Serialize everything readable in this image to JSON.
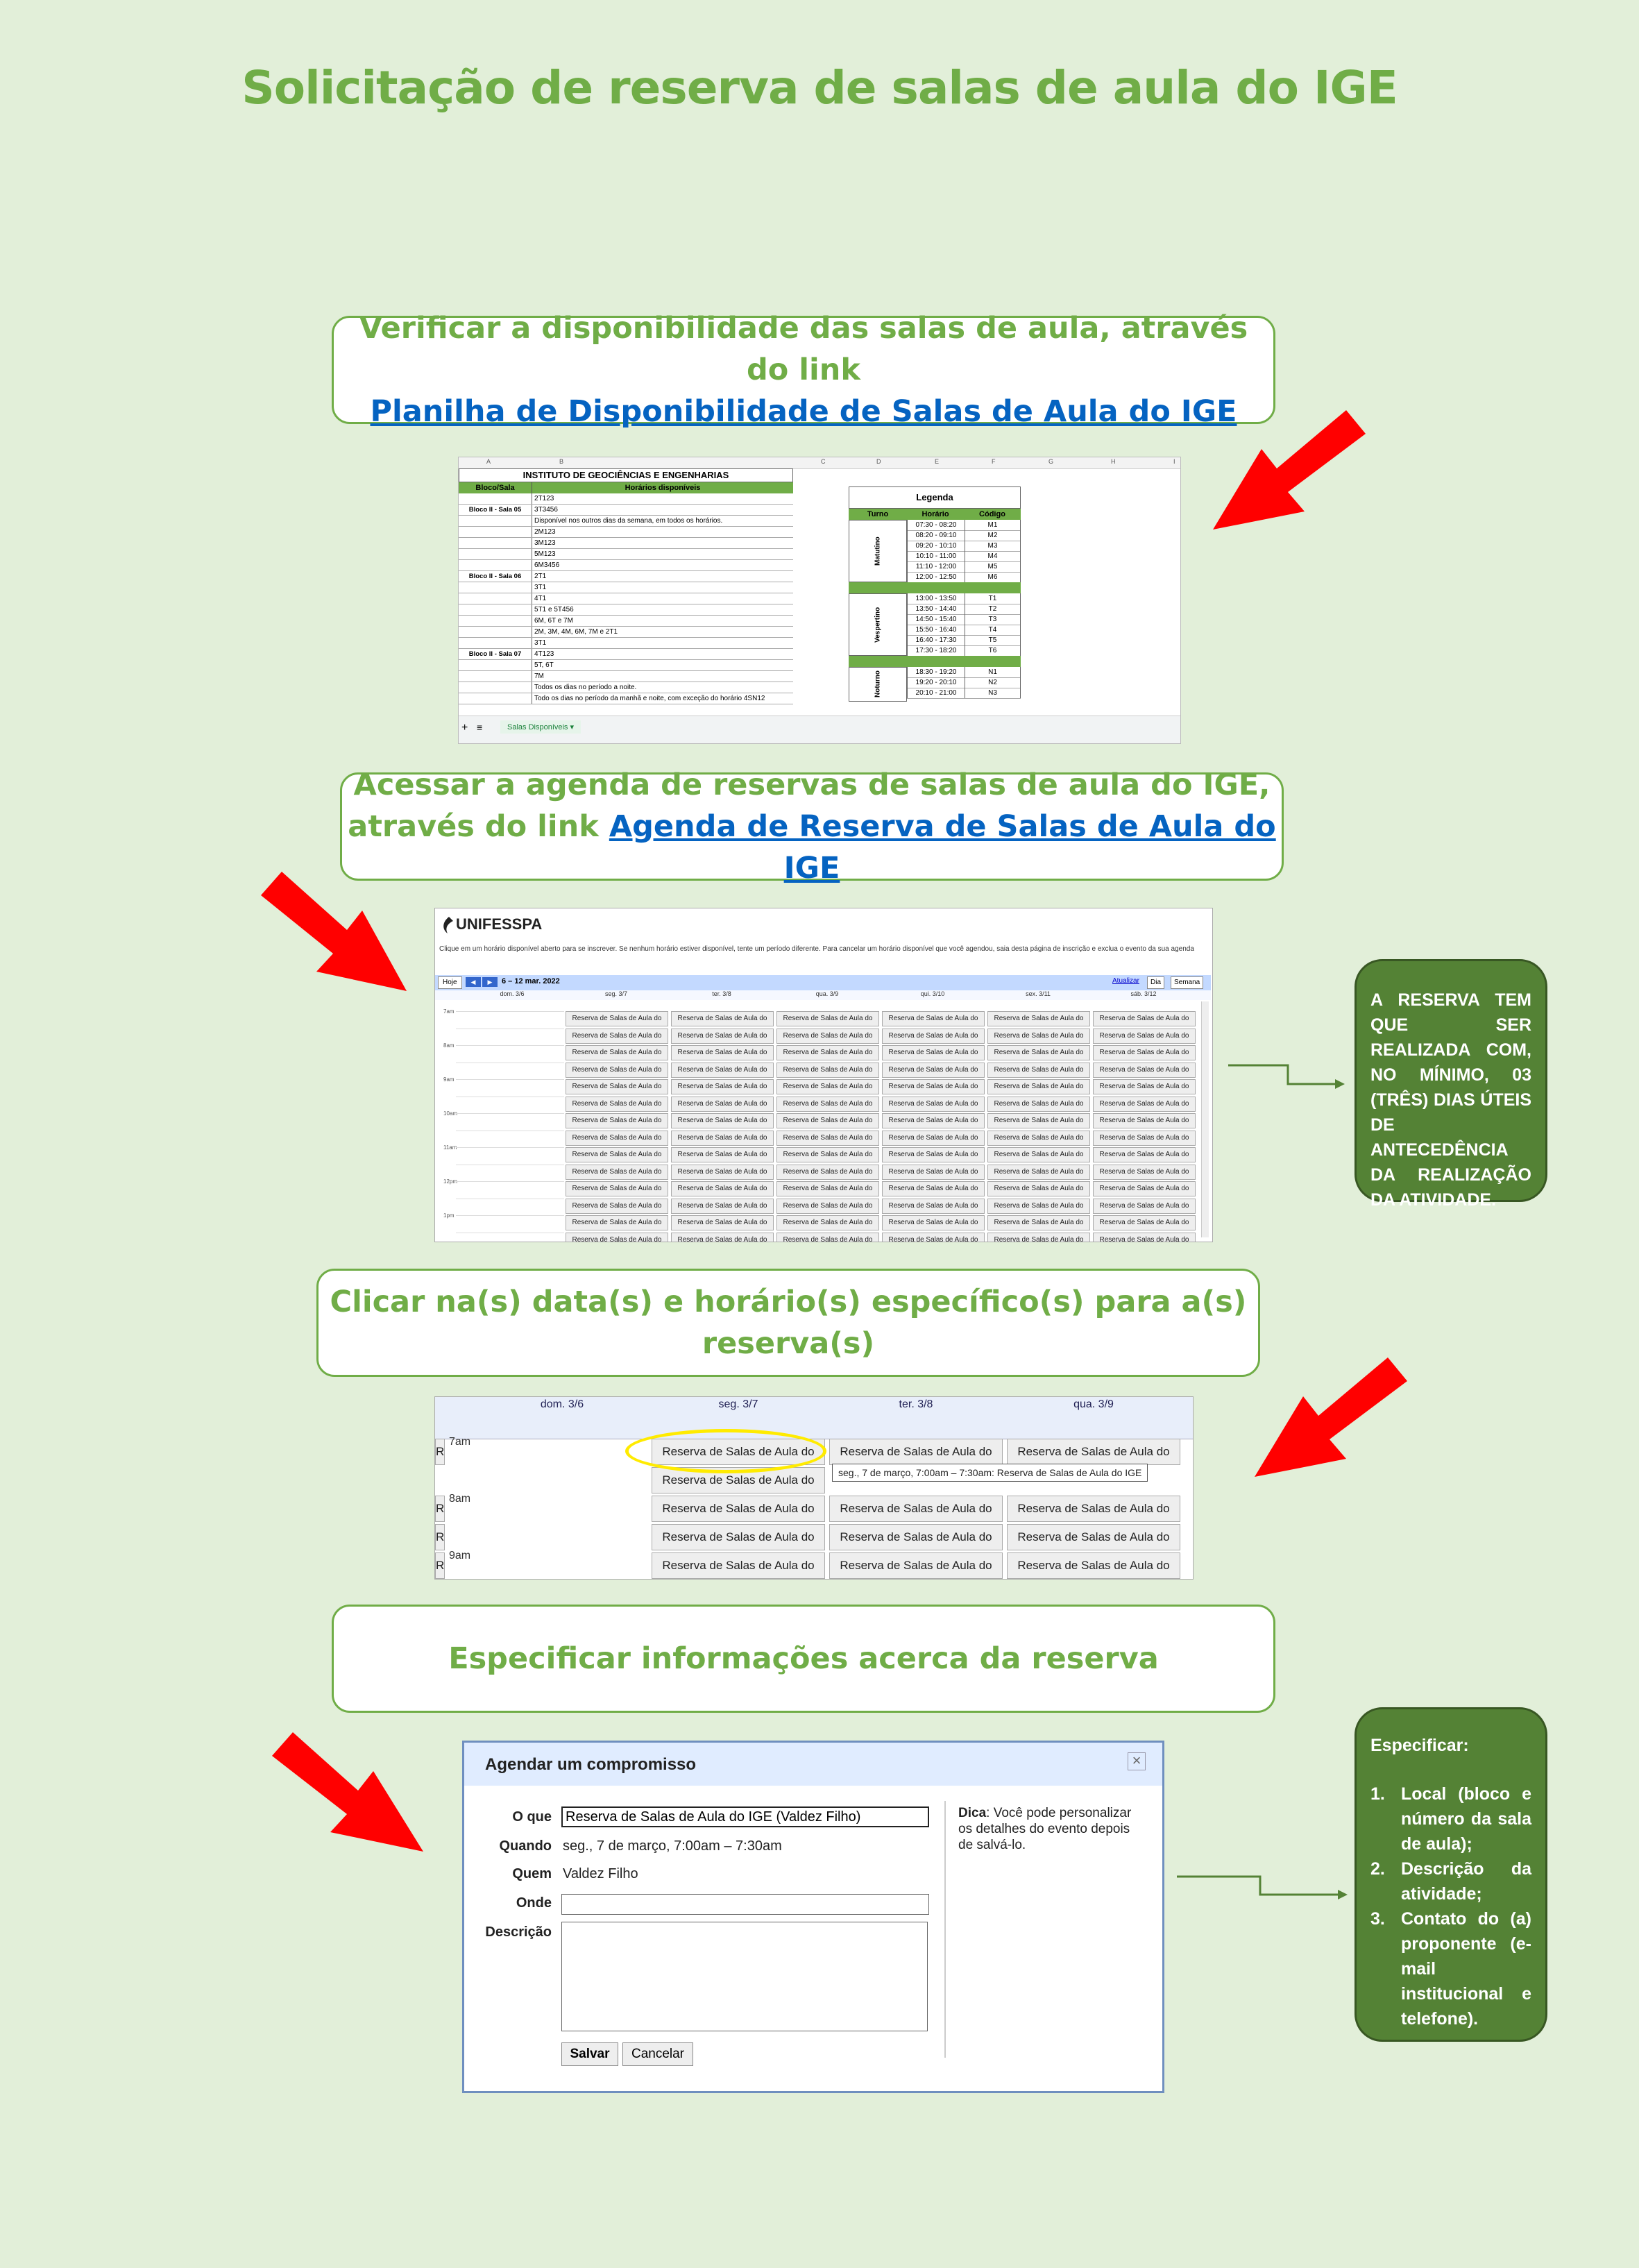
{
  "title": "Solicitação de reserva de salas de aula do IGE",
  "step1": {
    "text": "Verificar a disponibilidade das salas de aula, através do link",
    "link": "Planilha de Disponibilidade de Salas de Aula do IGE"
  },
  "sheet": {
    "col_letters": [
      "A",
      "B",
      "C",
      "D",
      "E",
      "F",
      "G",
      "H",
      "I"
    ],
    "header": "INSTITUTO DE GEOCIÊNCIAS E ENGENHARIAS",
    "col_bloco": "Bloco/Sala",
    "col_horarios": "Horários disponíveis",
    "rows": [
      {
        "bloco": "",
        "h": "2T123"
      },
      {
        "bloco": "Bloco II - Sala 05",
        "h": "3T3456"
      },
      {
        "bloco": "",
        "h": "Disponível nos outros dias da semana, em todos os horários."
      },
      {
        "bloco": "",
        "h": "2M123"
      },
      {
        "bloco": "",
        "h": "3M123"
      },
      {
        "bloco": "",
        "h": "5M123"
      },
      {
        "bloco": "",
        "h": "6M3456"
      },
      {
        "bloco": "Bloco II - Sala 06",
        "h": "2T1"
      },
      {
        "bloco": "",
        "h": "3T1"
      },
      {
        "bloco": "",
        "h": "4T1"
      },
      {
        "bloco": "",
        "h": "5T1 e 5T456"
      },
      {
        "bloco": "",
        "h": "6M, 6T e 7M"
      },
      {
        "bloco": "",
        "h": "2M, 3M, 4M, 6M, 7M e 2T1"
      },
      {
        "bloco": "",
        "h": "3T1"
      },
      {
        "bloco": "Bloco II - Sala 07",
        "h": "4T123"
      },
      {
        "bloco": "",
        "h": "5T, 6T"
      },
      {
        "bloco": "",
        "h": "7M"
      },
      {
        "bloco": "",
        "h": "Todos os dias no período a noite."
      },
      {
        "bloco": "",
        "h": "Todo os dias no período da manhã e noite, com exceção do horário 4SN12"
      }
    ],
    "legend_title": "Legenda",
    "legend_cols": [
      "Turno",
      "Horário",
      "Código"
    ],
    "turnos": [
      "Matutino",
      "Vespertino",
      "Noturno"
    ],
    "legend_rows": [
      [
        "07:30 - 08:20",
        "M1"
      ],
      [
        "08:20 - 09:10",
        "M2"
      ],
      [
        "09:20 - 10:10",
        "M3"
      ],
      [
        "10:10 - 11:00",
        "M4"
      ],
      [
        "11:10 - 12:00",
        "M5"
      ],
      [
        "12:00 - 12:50",
        "M6"
      ],
      [
        "13:00 - 13:50",
        "T1"
      ],
      [
        "13:50 - 14:40",
        "T2"
      ],
      [
        "14:50 - 15:40",
        "T3"
      ],
      [
        "15:50 - 16:40",
        "T4"
      ],
      [
        "16:40 - 17:30",
        "T5"
      ],
      [
        "17:30 - 18:20",
        "T6"
      ],
      [
        "18:30 - 19:20",
        "N1"
      ],
      [
        "19:20 - 20:10",
        "N2"
      ],
      [
        "20:10 - 21:00",
        "N3"
      ]
    ],
    "tab_label": "Salas Disponíveis"
  },
  "step2": {
    "text": "Acessar a agenda de reservas de salas de aula do IGE, através do link",
    "link": "Agenda de Reserva de Salas de Aula do IGE"
  },
  "agenda": {
    "logo": "UNIFESSPA",
    "instructions": "Clique em um horário disponível aberto para se inscrever. Se nenhum horário estiver disponível, tente um período diferente. Para cancelar um horário disponível que você agendou, saia desta página de inscrição e exclua o evento da sua agenda",
    "today": "Hoje",
    "range": "6 – 12 mar. 2022",
    "refresh": "Atualizar",
    "view_day": "Dia",
    "view_week": "Semana",
    "days": [
      "dom. 3/6",
      "seg. 3/7",
      "ter. 3/8",
      "qua. 3/9",
      "qui. 3/10",
      "sex. 3/11",
      "sáb. 3/12"
    ],
    "hours": [
      "7am",
      "8am",
      "9am",
      "10am",
      "11am",
      "12pm",
      "1pm"
    ],
    "slot_label": "Reserva de Salas de Aula do"
  },
  "note1": "A RESERVA TEM QUE SER REALIZADA COM, NO MÍNIMO, 03 (TRÊS) DIAS ÚTEIS DE ANTECEDÊNCIA DA REALIZAÇÃO DA ATIVIDADE.",
  "step3": {
    "text": "Clicar na(s) data(s) e horário(s) específico(s) para a(s) reserva(s)"
  },
  "zoom": {
    "days": [
      "dom. 3/6",
      "seg. 3/7",
      "ter. 3/8",
      "qua. 3/9"
    ],
    "hours": [
      "7am",
      "8am",
      "9am"
    ],
    "slot_label": "Reserva de Salas de Aula do",
    "tooltip": "seg., 7 de março, 7:00am – 7:30am: Reserva de Salas de Aula do IGE"
  },
  "step4": {
    "text": "Especificar informações acerca da reserva"
  },
  "dialog": {
    "title": "Agendar um compromisso",
    "close": "×",
    "label_what": "O que",
    "value_what": "Reserva de Salas de Aula do IGE (Valdez Filho)",
    "label_when": "Quando",
    "value_when": "seg., 7 de março, 7:00am – 7:30am",
    "label_who": "Quem",
    "value_who": "Valdez Filho",
    "label_where": "Onde",
    "label_desc": "Descrição",
    "tip_bold": "Dica",
    "tip_text": ": Você pode personalizar os detalhes do evento depois de salvá-lo.",
    "save": "Salvar",
    "cancel": "Cancelar"
  },
  "note2": {
    "heading": "Especificar:",
    "items": [
      "Local (bloco e número da sala de aula);",
      "Descrição da atividade;",
      "Contato do (a) proponente (e-mail institucional e telefone)."
    ]
  },
  "colors": {
    "background": "#e2efd9",
    "green": "#70ad47",
    "dark_green": "#548235",
    "link": "#0563c1",
    "arrow": "#ff0000"
  }
}
